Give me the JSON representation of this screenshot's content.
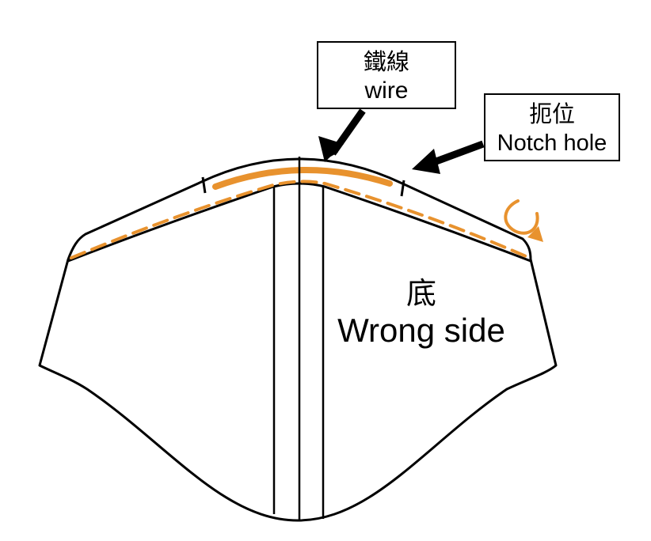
{
  "labels": {
    "wire_cn": "鐵線",
    "wire_en": "wire",
    "notch_cn": "扼位",
    "notch_en": "Notch hole",
    "side_cn": "底",
    "side_en": "Wrong side"
  },
  "colors": {
    "outline": "#000000",
    "accent": "#E8922E",
    "background": "#FFFFFF"
  },
  "icons": {
    "turn_indicator": "curved-arrow-icon"
  }
}
